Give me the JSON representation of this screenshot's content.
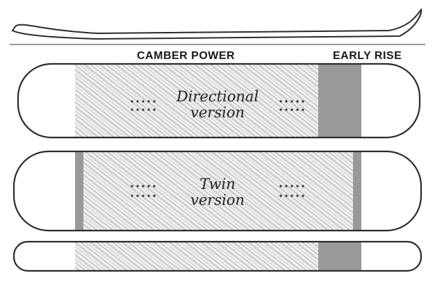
{
  "labels": {
    "camber": "CAMBER POWER",
    "rise": "EARLY RISE"
  },
  "boards": [
    {
      "id": "directional",
      "line1": "Directional",
      "line2": "version"
    },
    {
      "id": "twin",
      "line1": "Twin",
      "line2": "version"
    }
  ],
  "colors": {
    "outline": "#2a2a2a",
    "rise_zone": "#999999",
    "stripe": "#c8c8c8",
    "insert_dot": "#333333"
  }
}
